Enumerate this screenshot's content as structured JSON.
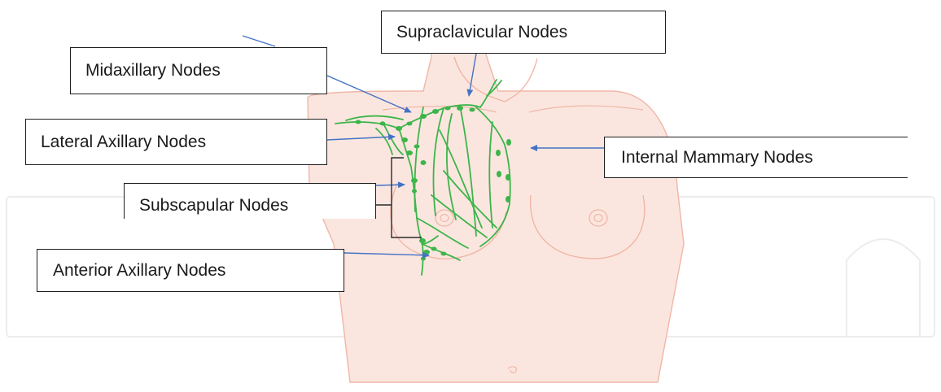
{
  "labels": {
    "midaxillary": "Midaxillary Nodes",
    "supraclavicular": "Supraclavicular Nodes",
    "lateral_axillary": "Lateral Axillary Nodes",
    "internal_mammary": "Internal Mammary Nodes",
    "subscapular": "Subscapular Nodes",
    "anterior_axillary": "Anterior Axillary Nodes"
  },
  "colors": {
    "skin_fill": "#fbe6df",
    "skin_outline": "#f0b6a6",
    "lymph": "#3cb54a",
    "arrow": "#4472c4",
    "watermark": "#eeeeee"
  }
}
